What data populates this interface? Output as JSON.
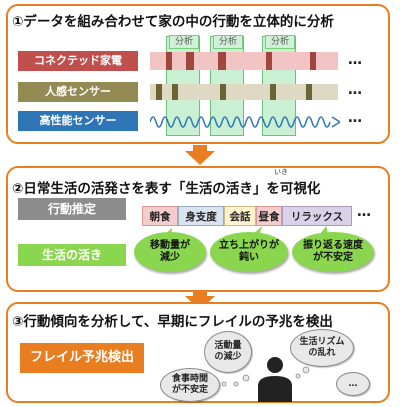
{
  "section1": {
    "title": "①データを組み合わせて家の中の行動を立体的に分析",
    "rows": [
      {
        "label": "コネクテッド家電",
        "color": "#c0504d"
      },
      {
        "label": "人感センサー",
        "color": "#948a54"
      },
      {
        "label": "高性能センサー",
        "color": "#2e75b6"
      }
    ],
    "analysis_labels": [
      "分析",
      "分析",
      "分析"
    ],
    "more": "…"
  },
  "section2": {
    "title": "②日常生活の活発さを表す「生活の活き」を可視化",
    "ruby": "いき",
    "rows": [
      {
        "label": "行動推定",
        "color": "#8c8c8c"
      },
      {
        "label": "生活の活き",
        "color": "#8bd64f"
      }
    ],
    "activities": [
      {
        "label": "朝食",
        "color": "#f4cccc"
      },
      {
        "label": "身支度",
        "color": "#d9e3f1"
      },
      {
        "label": "会話",
        "color": "#fff2cc"
      },
      {
        "label": "昼食",
        "color": "#f4cccc"
      },
      {
        "label": "リラックス",
        "color": "#d9d2e9"
      }
    ],
    "more": "…",
    "bubbles": [
      "移動量が\n減少",
      "立ち上がりが\n鈍い",
      "振り返る速度\nが不安定"
    ]
  },
  "section3": {
    "title": "③行動傾向を分析して、早期にフレイルの予兆を検出",
    "button": "フレイル予兆検出",
    "bubbles": [
      "活動量\nの減少",
      "生活リズム\nの乱れ",
      "食事時間\nが不安定",
      "…"
    ]
  },
  "colors": {
    "accent": "#e87e1f"
  }
}
